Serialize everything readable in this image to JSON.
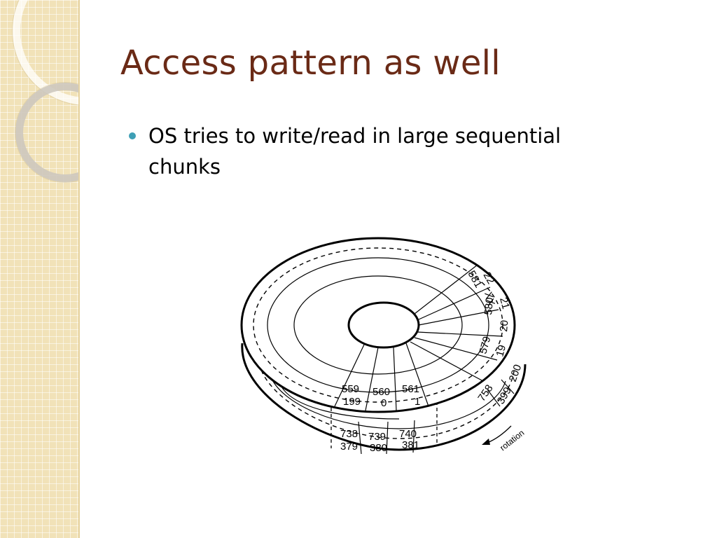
{
  "slide": {
    "title": "Access pattern as well",
    "bullets": [
      "OS tries to write/read in large sequential chunks"
    ]
  },
  "diagram": {
    "top_platter": {
      "inner_track": [
        "559",
        "560",
        "561"
      ],
      "outer_track": [
        "199",
        "0",
        "1"
      ],
      "right_inner": [
        "581",
        "XX",
        "580",
        "579"
      ],
      "right_outer": [
        "22",
        "21",
        "20",
        "19"
      ]
    },
    "bottom_platter": {
      "inner_track": [
        "738",
        "739",
        "740"
      ],
      "outer_track": [
        "379",
        "380",
        "381"
      ],
      "right_inner": [
        "758"
      ],
      "right_outer": [
        "200",
        "399"
      ]
    },
    "rotation_label": "rotation"
  },
  "colors": {
    "title": "#6a2a16",
    "bullet": "#3e9fb5",
    "strip": "#f1e2b8"
  }
}
